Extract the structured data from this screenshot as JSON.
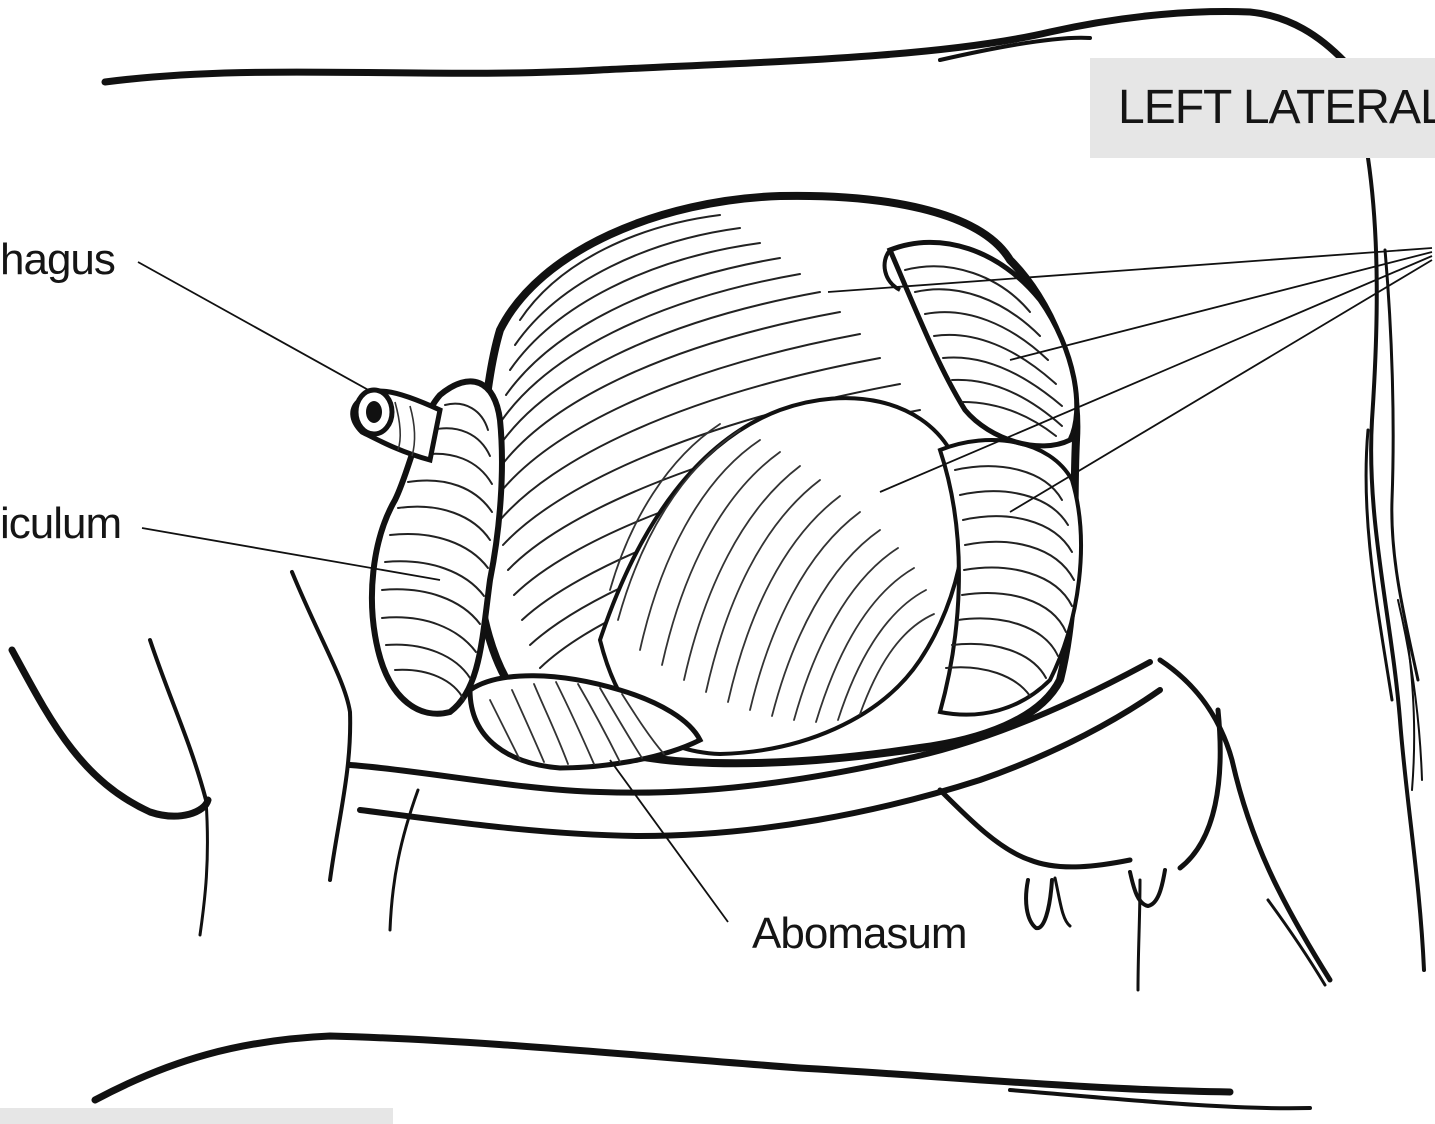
{
  "view_label": "LEFT LATERAL",
  "labels": {
    "esophagus": "hagus",
    "reticulum": "iculum",
    "abomasum": "Abomasum"
  }
}
